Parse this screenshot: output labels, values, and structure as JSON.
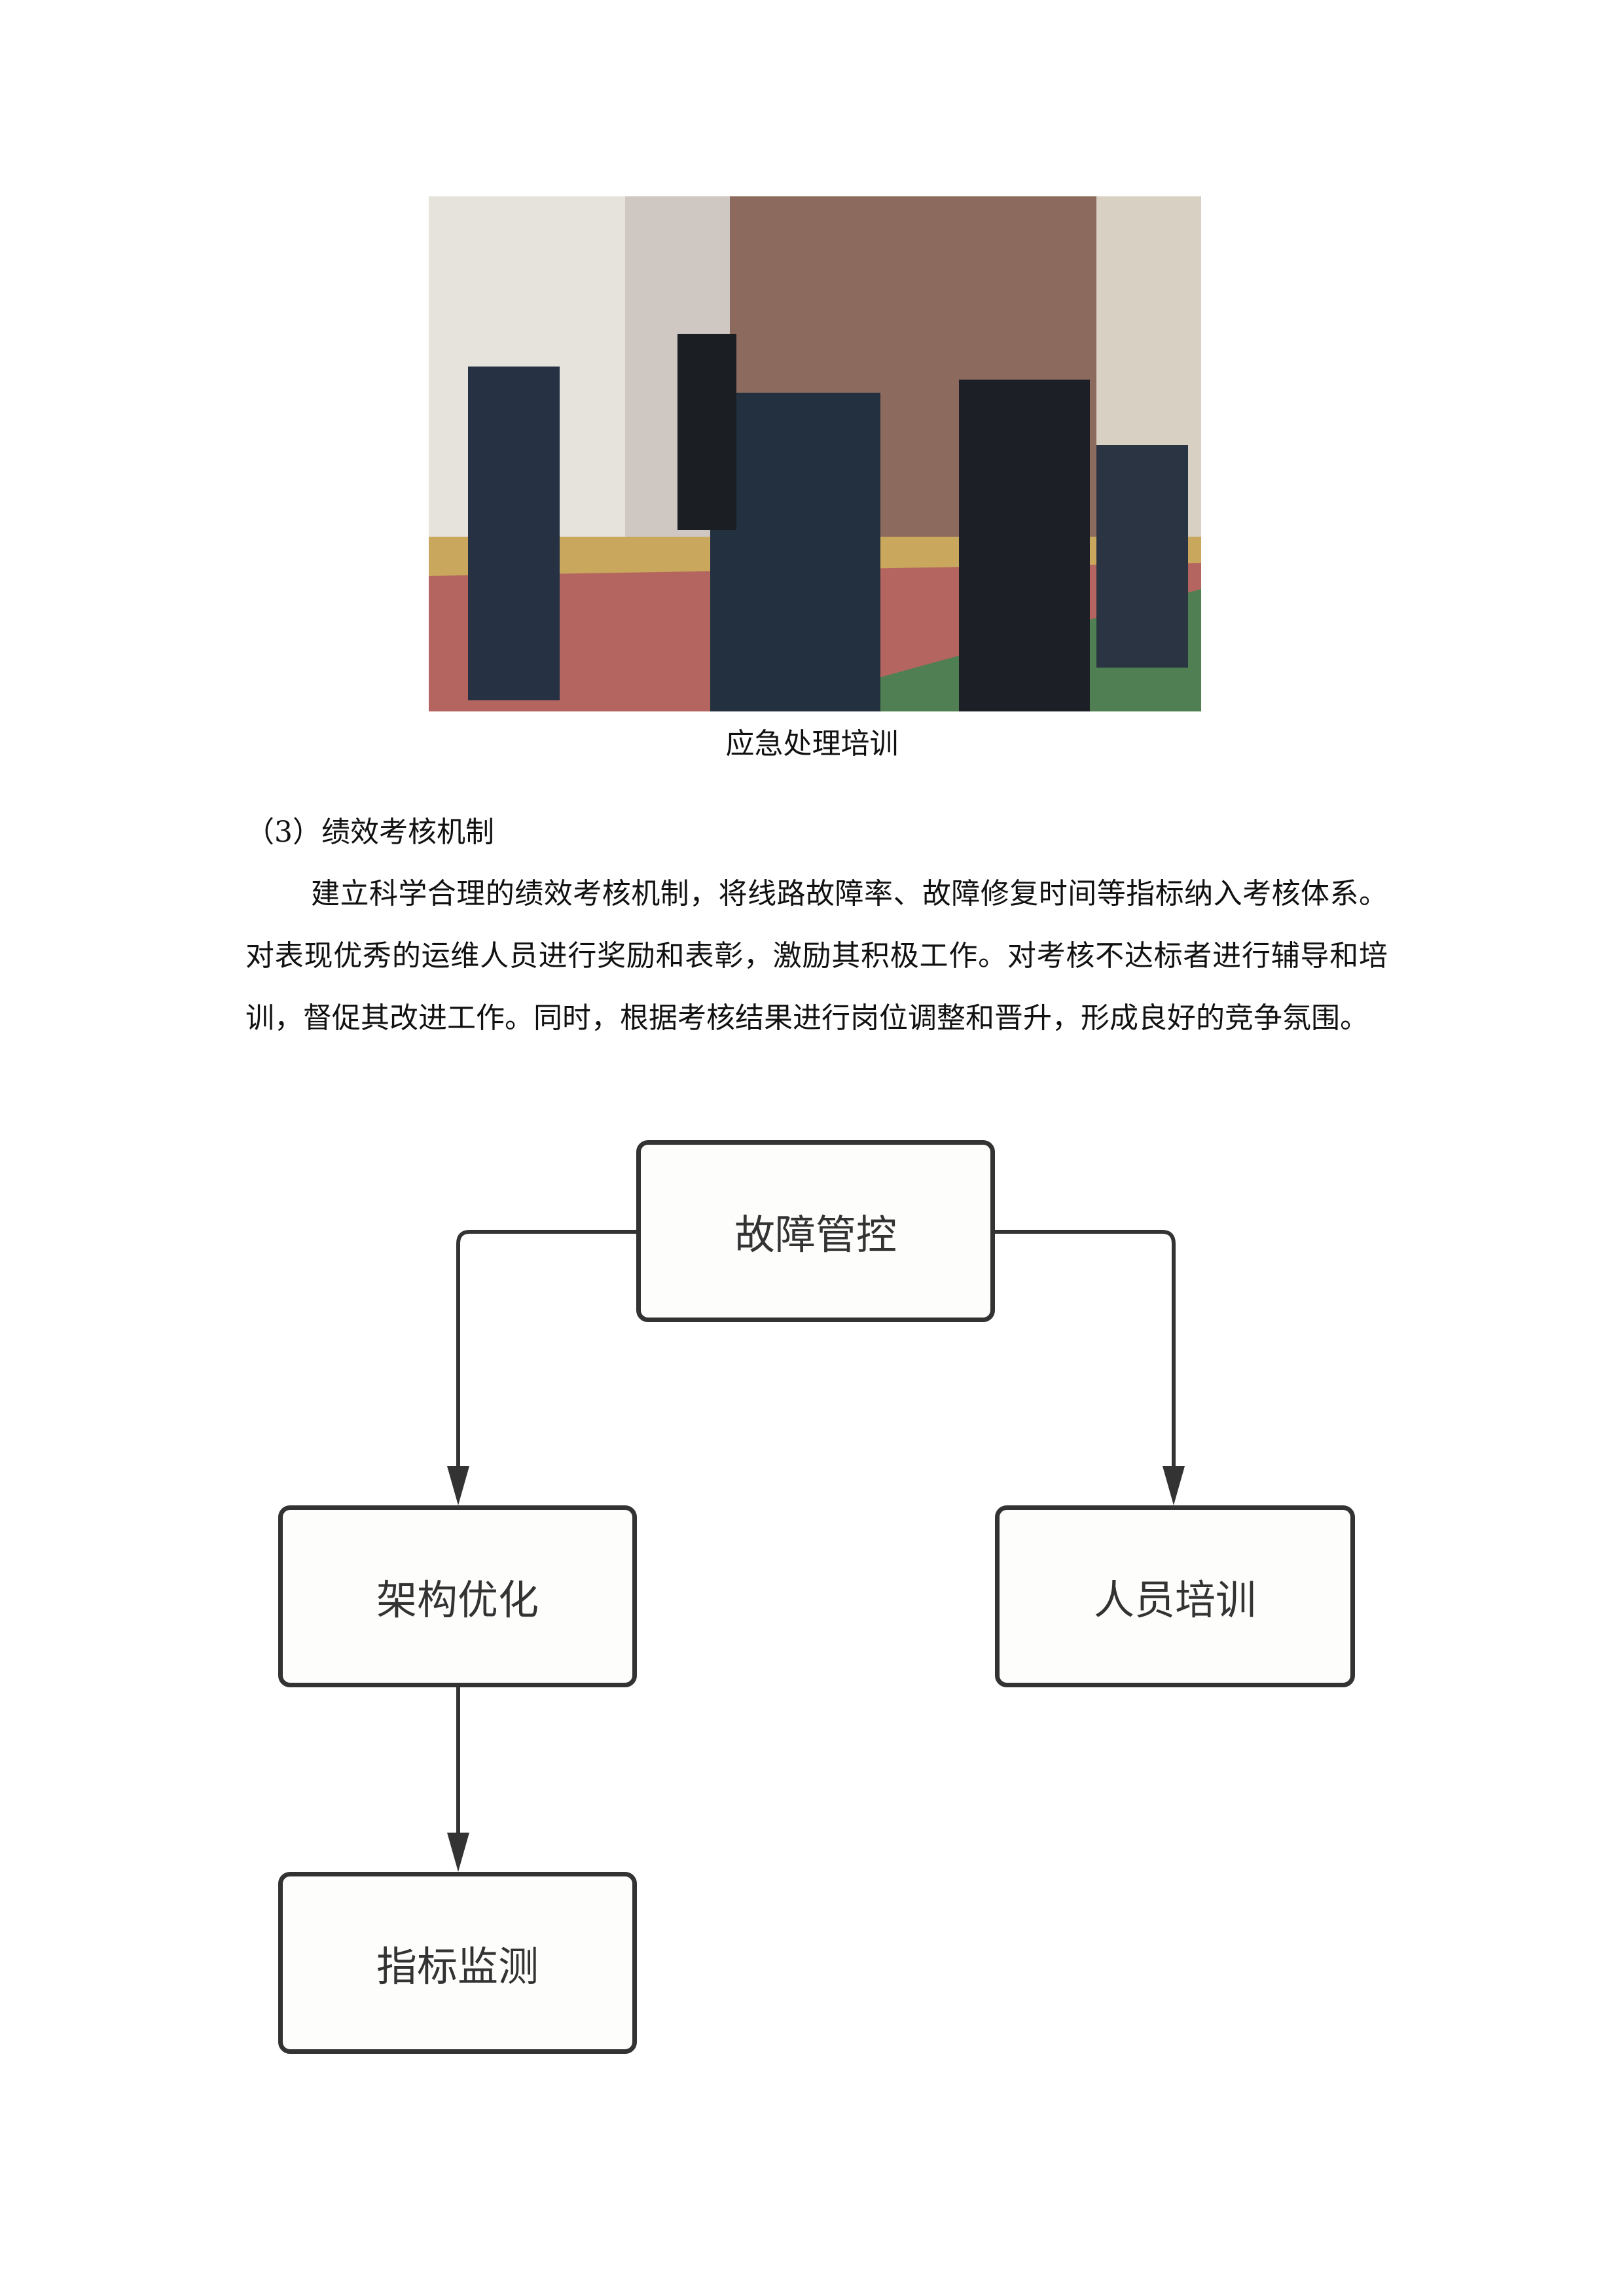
{
  "figure": {
    "image_alt": "应急处理培训场景照片",
    "caption": "应急处理培训"
  },
  "section": {
    "heading": "（3）绩效考核机制",
    "paragraph": "建立科学合理的绩效考核机制，将线路故障率、故障修复时间等指标纳入考核体系。对表现优秀的运维人员进行奖励和表彰，激励其积极工作。对考核不达标者进行辅导和培训，督促其改进工作。同时，根据考核结果进行岗位调整和晋升，形成良好的竞争氛围。"
  },
  "diagram": {
    "nodes": {
      "root": "故障管控",
      "left": "架构优化",
      "right": "人员培训",
      "bottom": "指标监测"
    },
    "edges": [
      {
        "from": "故障管控",
        "to": "架构优化"
      },
      {
        "from": "故障管控",
        "to": "人员培训"
      },
      {
        "from": "架构优化",
        "to": "指标监测"
      }
    ],
    "stroke_color": "#333333"
  }
}
